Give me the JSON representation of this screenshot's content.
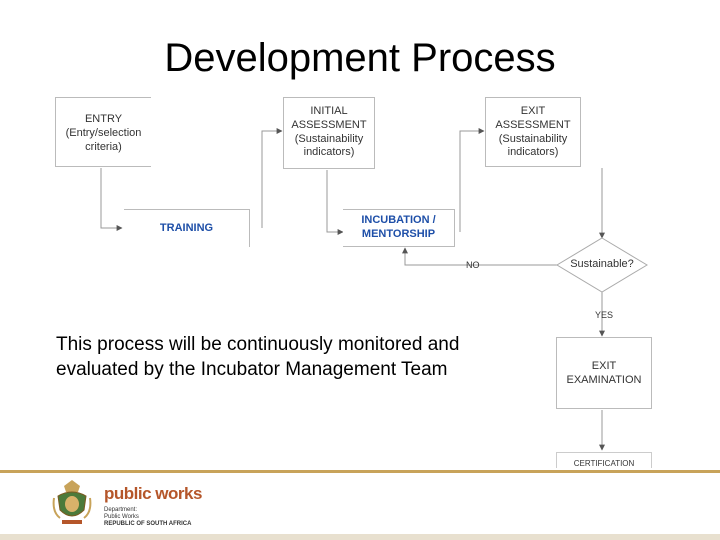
{
  "slide": {
    "title": "Development Process",
    "note": "This process will be continuously monitored and evaluated by the Incubator Management Team"
  },
  "flow": {
    "entry": [
      "ENTRY",
      "(Entry/selection",
      "criteria)"
    ],
    "initial_assessment": [
      "INITIAL",
      "ASSESSMENT",
      "(Sustainability",
      "indicators)"
    ],
    "exit_assessment": [
      "EXIT",
      "ASSESSMENT",
      "(Sustainability",
      "indicators)"
    ],
    "training": "TRAINING",
    "incubation": [
      "INCUBATION /",
      "MENTORSHIP"
    ],
    "decision": "Sustainable?",
    "no_label": "NO",
    "yes_label": "YES",
    "exit_examination": [
      "EXIT",
      "EXAMINATION"
    ],
    "certification": "CERTIFICATION"
  },
  "footer": {
    "brand_name": "public works",
    "dept_lines": [
      "Department:",
      "Public Works",
      "REPUBLIC OF SOUTH AFRICA"
    ],
    "accent_color": "#c8a35a",
    "brand_color": "#b5562a"
  }
}
